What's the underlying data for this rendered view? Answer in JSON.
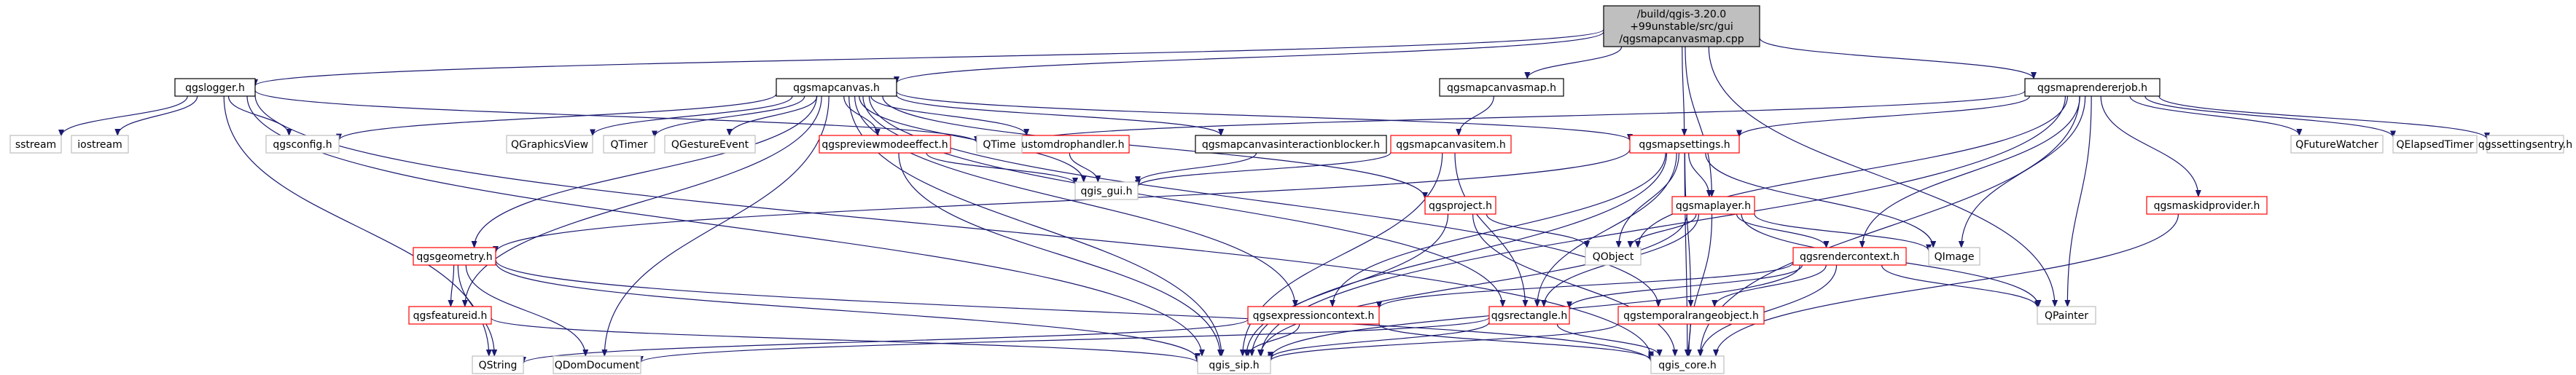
{
  "graph": {
    "nodes": [
      {
        "id": "root",
        "label_lines": [
          "/build/qgis-3.20.0",
          "+99unstable/src/gui",
          "/qgsmapcanvasmap.cpp"
        ],
        "style": "root"
      },
      {
        "id": "qgslogger",
        "label_lines": [
          "qgslogger.h"
        ],
        "style": "black"
      },
      {
        "id": "qgsmapcanvas",
        "label_lines": [
          "qgsmapcanvas.h"
        ],
        "style": "black"
      },
      {
        "id": "qgsmapcanvasmap",
        "label_lines": [
          "qgsmapcanvasmap.h"
        ],
        "style": "black"
      },
      {
        "id": "qgsmaprendererjob",
        "label_lines": [
          "qgsmaprendererjob.h"
        ],
        "style": "black"
      },
      {
        "id": "sstream",
        "label_lines": [
          "sstream"
        ],
        "style": "gray"
      },
      {
        "id": "iostream",
        "label_lines": [
          "iostream"
        ],
        "style": "gray"
      },
      {
        "id": "qgsconfig",
        "label_lines": [
          "qgsconfig.h"
        ],
        "style": "gray"
      },
      {
        "id": "QGraphicsView",
        "label_lines": [
          "QGraphicsView"
        ],
        "style": "gray"
      },
      {
        "id": "QTimer",
        "label_lines": [
          "QTimer"
        ],
        "style": "gray"
      },
      {
        "id": "QGestureEvent",
        "label_lines": [
          "QGestureEvent"
        ],
        "style": "gray"
      },
      {
        "id": "QDomDocument",
        "label_lines": [
          "QDomDocument"
        ],
        "style": "gray"
      },
      {
        "id": "qgspreviewmodeeffect",
        "label_lines": [
          "qgspreviewmodeeffect.h"
        ],
        "style": "red"
      },
      {
        "id": "qgscustomdrophandler",
        "label_lines": [
          "qgscustomdrophandler.h"
        ],
        "style": "red"
      },
      {
        "id": "qgsmapcanvasinteractionblocker",
        "label_lines": [
          "qgsmapcanvasinteractionblocker.h"
        ],
        "style": "black"
      },
      {
        "id": "QTime",
        "label_lines": [
          "QTime"
        ],
        "style": "gray"
      },
      {
        "id": "qgsmapcanvasitem",
        "label_lines": [
          "qgsmapcanvasitem.h"
        ],
        "style": "red"
      },
      {
        "id": "qgsmapsettings",
        "label_lines": [
          "qgsmapsettings.h"
        ],
        "style": "red"
      },
      {
        "id": "QFutureWatcher",
        "label_lines": [
          "QFutureWatcher"
        ],
        "style": "gray"
      },
      {
        "id": "QElapsedTimer",
        "label_lines": [
          "QElapsedTimer"
        ],
        "style": "gray"
      },
      {
        "id": "qgssettingsentry",
        "label_lines": [
          "qgssettingsentry.h"
        ],
        "style": "gray"
      },
      {
        "id": "qgis_gui",
        "label_lines": [
          "qgis_gui.h"
        ],
        "style": "gray"
      },
      {
        "id": "qgsproject",
        "label_lines": [
          "qgsproject.h"
        ],
        "style": "red"
      },
      {
        "id": "qgsmaplayer",
        "label_lines": [
          "qgsmaplayer.h"
        ],
        "style": "red"
      },
      {
        "id": "qgsmaskidprovider",
        "label_lines": [
          "qgsmaskidprovider.h"
        ],
        "style": "red"
      },
      {
        "id": "qgsgeometry",
        "label_lines": [
          "qgsgeometry.h"
        ],
        "style": "red"
      },
      {
        "id": "QObject",
        "label_lines": [
          "QObject"
        ],
        "style": "gray"
      },
      {
        "id": "QImage",
        "label_lines": [
          "QImage"
        ],
        "style": "gray"
      },
      {
        "id": "qgsrendercontext",
        "label_lines": [
          "qgsrendercontext.h"
        ],
        "style": "red"
      },
      {
        "id": "qgsfeatureid",
        "label_lines": [
          "qgsfeatureid.h"
        ],
        "style": "red"
      },
      {
        "id": "qgsexpressioncontext",
        "label_lines": [
          "qgsexpressioncontext.h"
        ],
        "style": "red"
      },
      {
        "id": "qgsrectangle",
        "label_lines": [
          "qgsrectangle.h"
        ],
        "style": "red"
      },
      {
        "id": "qgstemporalrangeobject",
        "label_lines": [
          "qgstemporalrangeobject.h"
        ],
        "style": "red"
      },
      {
        "id": "QPainter",
        "label_lines": [
          "QPainter"
        ],
        "style": "gray"
      },
      {
        "id": "QString",
        "label_lines": [
          "QString"
        ],
        "style": "gray"
      },
      {
        "id": "qgis_sip",
        "label_lines": [
          "qgis_sip.h"
        ],
        "style": "gray"
      },
      {
        "id": "qgis_core",
        "label_lines": [
          "qgis_core.h"
        ],
        "style": "gray"
      }
    ],
    "edges": [
      [
        "root",
        "qgslogger"
      ],
      [
        "root",
        "qgsmapcanvas"
      ],
      [
        "root",
        "qgsmapcanvasmap"
      ],
      [
        "root",
        "qgsmaprendererjob"
      ],
      [
        "root",
        "qgsmapsettings"
      ],
      [
        "root",
        "qgsmaplayer"
      ],
      [
        "root",
        "QPainter"
      ],
      [
        "qgslogger",
        "sstream"
      ],
      [
        "qgslogger",
        "iostream"
      ],
      [
        "qgslogger",
        "qgsconfig"
      ],
      [
        "qgslogger",
        "QTime"
      ],
      [
        "qgslogger",
        "QString"
      ],
      [
        "qgslogger",
        "qgis_sip"
      ],
      [
        "qgslogger",
        "qgis_core"
      ],
      [
        "qgsmapcanvas",
        "qgsconfig"
      ],
      [
        "qgsmapcanvas",
        "QGraphicsView"
      ],
      [
        "qgsmapcanvas",
        "QTimer"
      ],
      [
        "qgsmapcanvas",
        "QGestureEvent"
      ],
      [
        "qgsmapcanvas",
        "QDomDocument"
      ],
      [
        "qgsmapcanvas",
        "qgspreviewmodeeffect"
      ],
      [
        "qgsmapcanvas",
        "qgscustomdrophandler"
      ],
      [
        "qgsmapcanvas",
        "qgsmapcanvasinteractionblocker"
      ],
      [
        "qgsmapcanvas",
        "qgsmapsettings"
      ],
      [
        "qgsmapcanvas",
        "qgis_gui"
      ],
      [
        "qgsmapcanvas",
        "qgsproject"
      ],
      [
        "qgsmapcanvas",
        "qgsgeometry"
      ],
      [
        "qgsmapcanvas",
        "qgsfeatureid"
      ],
      [
        "qgsmapcanvas",
        "qgsexpressioncontext"
      ],
      [
        "qgsmapcanvas",
        "qgsrectangle"
      ],
      [
        "qgsmapcanvas",
        "qgstemporalrangeobject"
      ],
      [
        "qgsmapcanvas",
        "qgis_sip"
      ],
      [
        "qgsmapcanvasmap",
        "qgsmapcanvasitem"
      ],
      [
        "qgsmaprendererjob",
        "qgsmapsettings"
      ],
      [
        "qgsmaprendererjob",
        "QTime"
      ],
      [
        "qgsmaprendererjob",
        "QFutureWatcher"
      ],
      [
        "qgsmaprendererjob",
        "QElapsedTimer"
      ],
      [
        "qgsmaprendererjob",
        "qgssettingsentry"
      ],
      [
        "qgsmaprendererjob",
        "qgsmaskidprovider"
      ],
      [
        "qgsmaprendererjob",
        "QObject"
      ],
      [
        "qgsmaprendererjob",
        "QImage"
      ],
      [
        "qgsmaprendererjob",
        "qgsrendercontext"
      ],
      [
        "qgsmaprendererjob",
        "QPainter"
      ],
      [
        "qgsmaprendererjob",
        "qgis_sip"
      ],
      [
        "qgsmaprendererjob",
        "qgis_core"
      ],
      [
        "qgspreviewmodeeffect",
        "qgis_gui"
      ],
      [
        "qgspreviewmodeeffect",
        "qgis_sip"
      ],
      [
        "qgscustomdrophandler",
        "qgis_gui"
      ],
      [
        "qgsmapcanvasinteractionblocker",
        "qgis_gui"
      ],
      [
        "qgsmapcanvasitem",
        "qgis_gui"
      ],
      [
        "qgsmapcanvasitem",
        "qgsrectangle"
      ],
      [
        "qgsmapcanvasitem",
        "qgis_sip"
      ],
      [
        "qgsmapsettings",
        "qgsgeometry"
      ],
      [
        "qgsmapsettings",
        "qgsmaplayer"
      ],
      [
        "qgsmapsettings",
        "QObject"
      ],
      [
        "qgsmapsettings",
        "QImage"
      ],
      [
        "qgsmapsettings",
        "qgsexpressioncontext"
      ],
      [
        "qgsmapsettings",
        "qgsrectangle"
      ],
      [
        "qgsmapsettings",
        "qgstemporalrangeobject"
      ],
      [
        "qgsmapsettings",
        "qgis_core"
      ],
      [
        "qgsmapsettings",
        "qgis_sip"
      ],
      [
        "qgsproject",
        "QObject"
      ],
      [
        "qgsproject",
        "qgis_core"
      ],
      [
        "qgsproject",
        "qgis_sip"
      ],
      [
        "qgsmaplayer",
        "QObject"
      ],
      [
        "qgsmaplayer",
        "QImage"
      ],
      [
        "qgsmaplayer",
        "qgsrendercontext"
      ],
      [
        "qgsmaplayer",
        "qgsrectangle"
      ],
      [
        "qgsmaplayer",
        "QPainter"
      ],
      [
        "qgsmaplayer",
        "qgis_core"
      ],
      [
        "qgsmaplayer",
        "qgis_sip"
      ],
      [
        "qgsmaskidprovider",
        "qgis_core"
      ],
      [
        "qgsgeometry",
        "qgsfeatureid"
      ],
      [
        "qgsgeometry",
        "QString"
      ],
      [
        "qgsgeometry",
        "QDomDocument"
      ],
      [
        "qgsgeometry",
        "qgis_sip"
      ],
      [
        "qgsgeometry",
        "qgis_core"
      ],
      [
        "qgsrendercontext",
        "QPainter"
      ],
      [
        "qgsrendercontext",
        "qgsexpressioncontext"
      ],
      [
        "qgsrendercontext",
        "qgsrectangle"
      ],
      [
        "qgsrendercontext",
        "qgstemporalrangeobject"
      ],
      [
        "qgsrendercontext",
        "qgis_sip"
      ],
      [
        "qgsrendercontext",
        "qgis_core"
      ],
      [
        "qgsfeatureid",
        "qgis_sip"
      ],
      [
        "qgsexpressioncontext",
        "QString"
      ],
      [
        "qgsexpressioncontext",
        "qgis_sip"
      ],
      [
        "qgsexpressioncontext",
        "qgis_core"
      ],
      [
        "qgsrectangle",
        "QDomDocument"
      ],
      [
        "qgsrectangle",
        "qgis_sip"
      ],
      [
        "qgsrectangle",
        "qgis_core"
      ],
      [
        "qgstemporalrangeobject",
        "qgis_sip"
      ],
      [
        "qgstemporalrangeobject",
        "qgis_core"
      ]
    ]
  }
}
